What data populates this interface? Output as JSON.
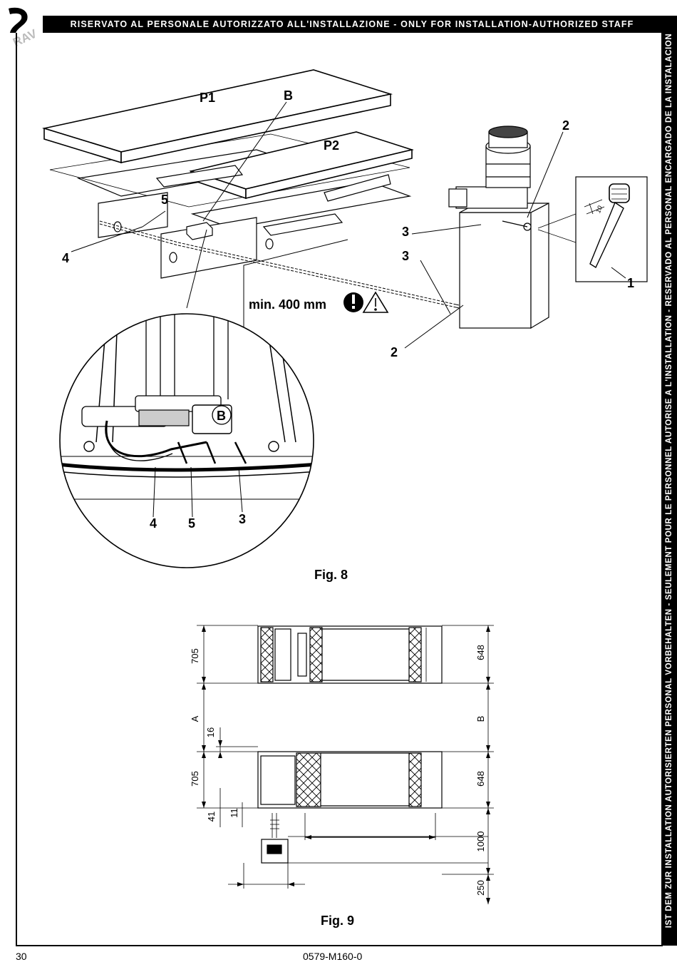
{
  "header": {
    "banner": "RISERVATO AL PERSONALE AUTORIZZATO ALL'INSTALLAZIONE - ONLY FOR INSTALLATION-AUTHORIZED STAFF",
    "side_banner": "IST DEM ZUR INSTALLATION AUTORISIERTEN PERSONAL VORBEHALTEN - SEULEMENT POUR LE PERSONNEL AUTORISE A L'INSTALLATION - RESERVADO AL PERSONAL ENCARGADO DE LA INSTALACION",
    "logo": "RAV"
  },
  "figure8": {
    "caption": "Fig. 8",
    "platform_p1": "P1",
    "platform_p2": "P2",
    "detail_b": "B",
    "detail_b_inset": "B",
    "clearance_note": "min. 400 mm",
    "dipstick_mark": "10",
    "callouts": {
      "c1": "1",
      "c2_top": "2",
      "c2_bottom": "2",
      "c3_pump": "3",
      "c3_pipe": "3",
      "c3_detail": "3",
      "c4": "4",
      "c4_detail": "4",
      "c5": "5",
      "c5_detail": "5"
    },
    "warning_icons": [
      "exclamation-icon",
      "warning-triangle-icon"
    ]
  },
  "figure9": {
    "caption": "Fig. 9",
    "dimensions": {
      "left_top": "705",
      "left_gap": "A",
      "left_small": "16",
      "left_bottom": "705",
      "left_offset": "41",
      "left_offset_small": "11",
      "right_top": "648",
      "right_gap": "B",
      "right_bottom": "648",
      "right_front": "1000",
      "right_pump": "250"
    }
  },
  "footer": {
    "page_number": "30",
    "doc_code": "0579-M160-0"
  }
}
